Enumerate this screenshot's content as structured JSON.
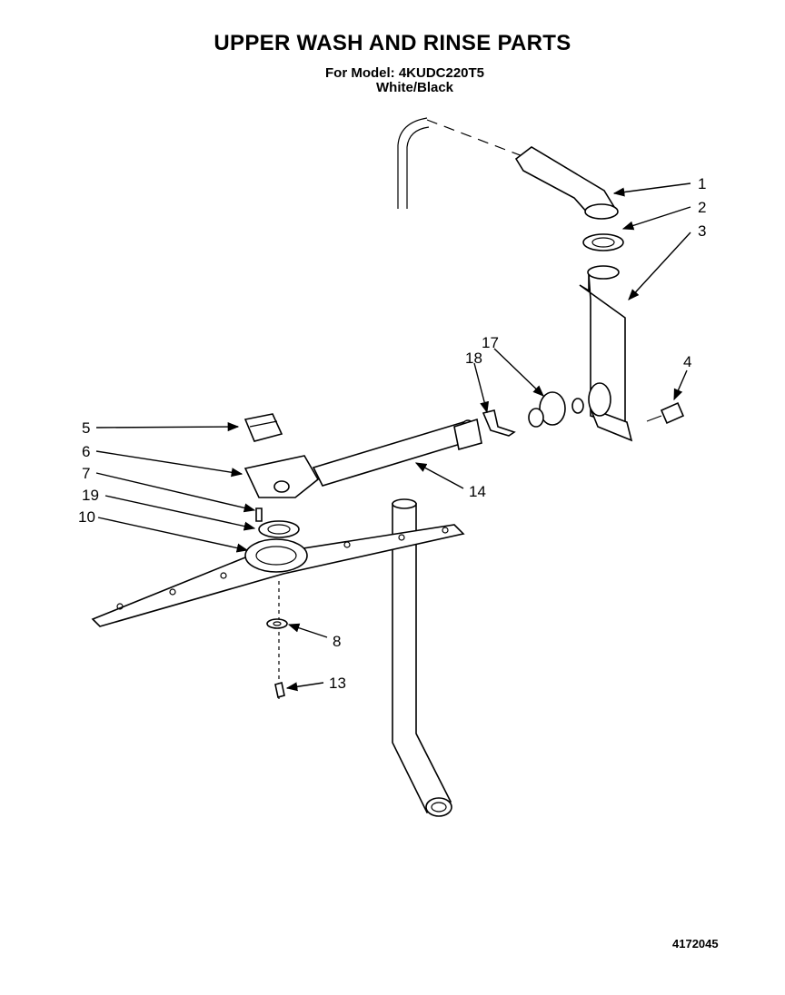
{
  "header": {
    "title": "UPPER WASH AND RINSE PARTS",
    "model_line": "For Model: 4KUDC220T5",
    "variant": "White/Black"
  },
  "footer": {
    "document_number": "4172045"
  },
  "callouts": [
    "1",
    "2",
    "3",
    "4",
    "5",
    "6",
    "7",
    "19",
    "10",
    "17",
    "18",
    "14",
    "8",
    "13"
  ]
}
